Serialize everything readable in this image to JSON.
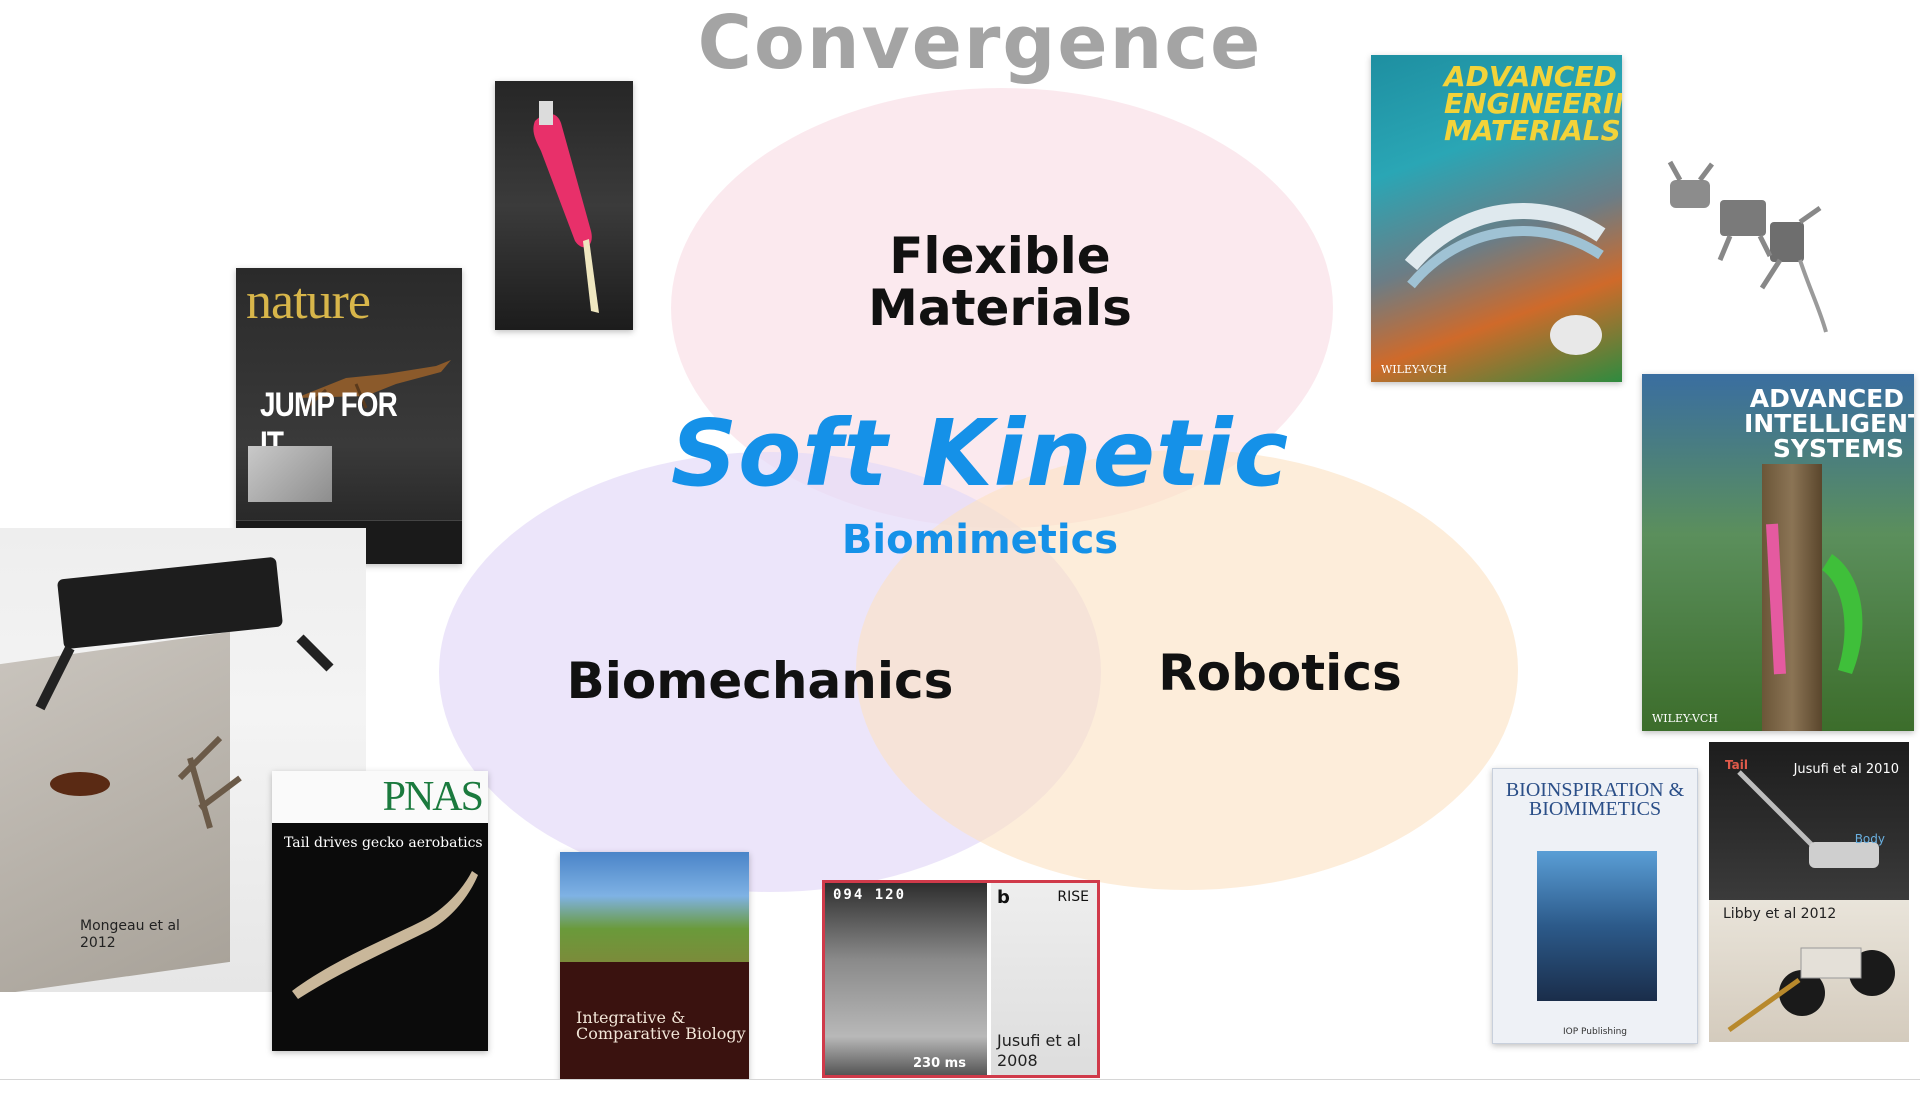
{
  "slide": {
    "title": "Convergence",
    "circles": {
      "top": "Flexible Materials",
      "left": "Biomechanics",
      "right": "Robotics"
    },
    "center": {
      "main": "Soft Kinetic",
      "sub": "Biomimetics"
    }
  },
  "covers": {
    "nature": {
      "masthead": "nature",
      "headline": "JUMP FOR IT"
    },
    "aem": {
      "title": "ADVANCED ENGINEERING MATERIALS",
      "publisher": "WILEY-VCH"
    },
    "ais": {
      "title": "ADVANCED INTELLIGENT SYSTEMS",
      "publisher": "WILEY-VCH"
    },
    "pnas": {
      "logo": "PNAS",
      "headline": "Tail drives gecko aerobatics"
    },
    "icb": {
      "title": "Integrative & Comparative Biology"
    },
    "bib": {
      "title": "BIOINSPIRATION & BIOMIMETICS",
      "publisher": "IOP Publishing"
    }
  },
  "figures": {
    "mongeau": "Mongeau et al 2012",
    "video": {
      "frame_numbers": "094   120",
      "time": "230 ms",
      "panel": "b",
      "tag": "RISE",
      "cite": "Jusufi et al 2008"
    },
    "jusufi2010": {
      "cite": "Jusufi et al 2010",
      "tail": "Tail",
      "body": "Body"
    },
    "libby": {
      "cite": "Libby et al 2012"
    }
  },
  "colors": {
    "title": "#a4a4a4",
    "accent": "#1591e8",
    "pink": "#f8dce4",
    "purple": "#e4daf8",
    "orange": "#fce2c4"
  }
}
